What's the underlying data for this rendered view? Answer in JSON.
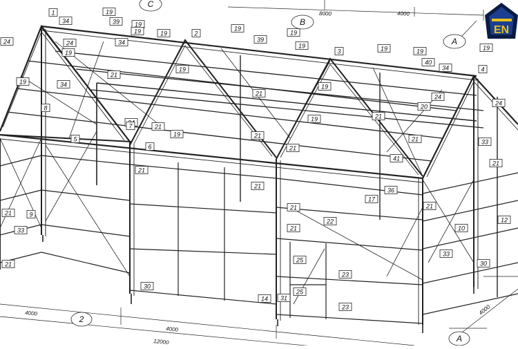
{
  "drawing": {
    "dimensions": {
      "top_total": "8000",
      "top_bay": "4000",
      "bottom_bay_left": "4000",
      "bottom_bay_mid": "4000",
      "bottom_total": "12000",
      "right_side": "4000"
    },
    "grid_axes": {
      "top_c": "C",
      "top_b": "B",
      "top_a": "A",
      "bottom_2": "2",
      "bottom_a": "A"
    },
    "frame_numbers": [
      "1",
      "2",
      "3",
      "4"
    ],
    "part_tags": [
      "19",
      "34",
      "39",
      "19",
      "19",
      "34",
      "19",
      "19",
      "39",
      "19",
      "19",
      "19",
      "19",
      "40",
      "34",
      "24",
      "24",
      "19",
      "19",
      "34",
      "19",
      "21",
      "21",
      "19",
      "19",
      "24",
      "24",
      "21",
      "21",
      "19",
      "34",
      "19",
      "21",
      "20",
      "21",
      "41",
      "21",
      "21",
      "21",
      "21",
      "21",
      "22",
      "36",
      "33",
      "21",
      "21",
      "33",
      "21",
      "25",
      "23",
      "25",
      "23",
      "30",
      "14",
      "31",
      "21",
      "10",
      "30",
      "33",
      "12",
      "17",
      "9",
      "8",
      "5",
      "6",
      "7"
    ],
    "logo": {
      "lettering": "EN",
      "colors": {
        "blue": "#1c3f8f",
        "yellow": "#e8c21a",
        "dark": "#0b1c44"
      }
    },
    "colors": {
      "line": "#222222",
      "background": "#ffffff"
    }
  }
}
